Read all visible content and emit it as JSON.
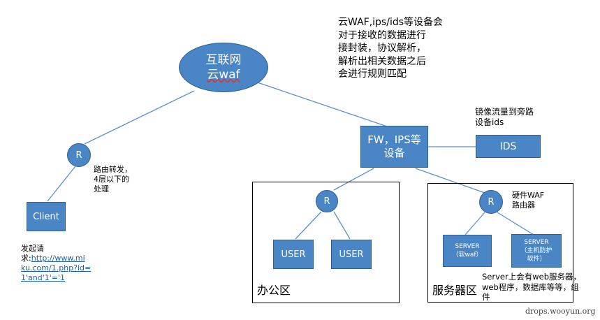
{
  "internet_cloud": {
    "line1": "互联网",
    "line2": "云waf"
  },
  "waf_note": {
    "lines": [
      "云WAF,ips/ids等设备会",
      "对于接收的数据进行",
      "接封装，协议解析，",
      "解析出相关数据之后",
      "会进行规则匹配"
    ]
  },
  "mirror_note": {
    "lines": [
      "镜像流量到旁路",
      "设备ids"
    ]
  },
  "fw_box": {
    "line1": "FW，IPS等",
    "line2": "设备"
  },
  "ids_box": {
    "label": "IDS"
  },
  "client_router": {
    "label": "R"
  },
  "routing_note": {
    "lines": [
      "路由转发，",
      "4层以下的",
      "处理"
    ]
  },
  "client_box": {
    "label": "Client"
  },
  "request_note": {
    "prefix": "发起请",
    "prefix2": "求:",
    "url_lines": [
      "http://www.mi",
      "ku.com/1.php?id=",
      "1'and'1'='1"
    ]
  },
  "office_zone": {
    "router": "R",
    "users": [
      "USER",
      "USER"
    ],
    "label": "办公区"
  },
  "server_zone": {
    "router": "R",
    "hw_note": [
      "硬件WAF",
      "路由器"
    ],
    "server1": {
      "line1": "SERVER",
      "line2": "（软waf）"
    },
    "server2": {
      "line1": "SERVER",
      "line2": "（主机防护",
      "line3": "软件）"
    },
    "label": "服务器区"
  },
  "server_note": {
    "lines": [
      "Server上会有web服务器，",
      "web程序，数据库等等，组",
      "件"
    ]
  },
  "watermark": "drops.wooyun.org",
  "colors": {
    "node_fill": "#4a86c5",
    "node_border": "#2f5f91",
    "link_line": "#5b8fd0"
  }
}
